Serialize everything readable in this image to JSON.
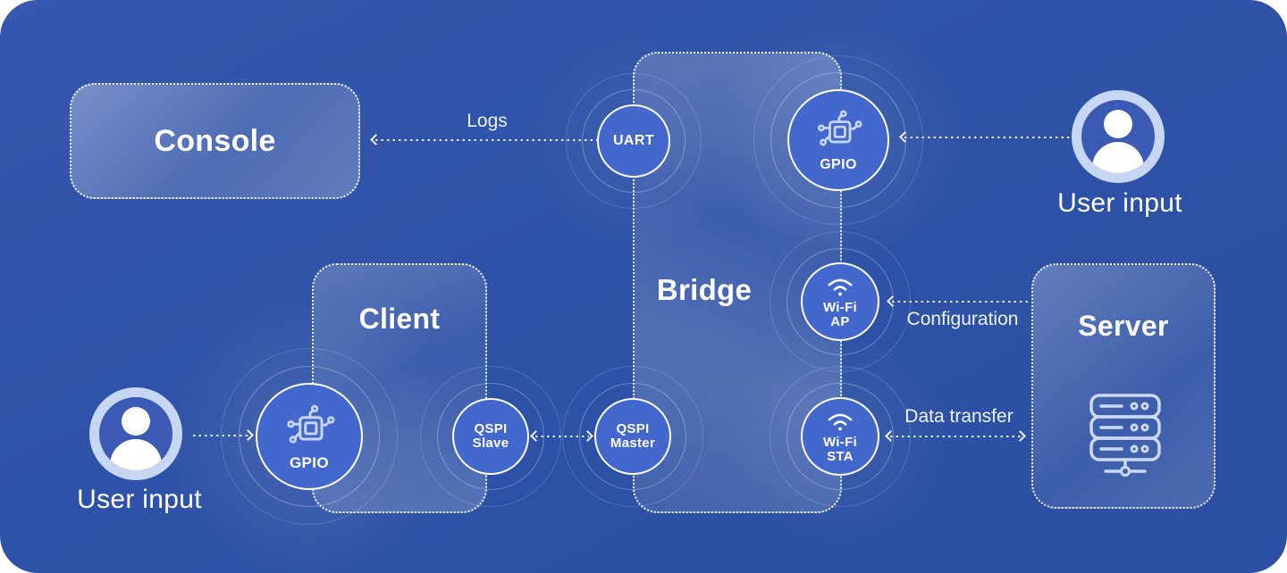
{
  "colors": {
    "background": "#2e52a7",
    "node_fill": "#4368cd",
    "node_border": "#ffffff",
    "box_border": "#ffffff",
    "avatar_ring": "#c6d6f3",
    "icon_tint": "#c9d6f2",
    "connector": "#eef2fb"
  },
  "boxes": {
    "console": {
      "title": "Console"
    },
    "client": {
      "title": "Client"
    },
    "bridge": {
      "title": "Bridge"
    },
    "server": {
      "title": "Server"
    }
  },
  "nodes": {
    "uart": {
      "label": "UART"
    },
    "bridge_gpio": {
      "label": "GPIO"
    },
    "wifi_ap": {
      "line1": "Wi-Fi",
      "line2": "AP"
    },
    "wifi_sta": {
      "line1": "Wi-Fi",
      "line2": "STA"
    },
    "qspi_master": {
      "line1": "QSPI",
      "line2": "Master"
    },
    "qspi_slave": {
      "line1": "QSPI",
      "line2": "Slave"
    },
    "client_gpio": {
      "label": "GPIO"
    }
  },
  "connections": {
    "logs": {
      "label": "Logs"
    },
    "configuration": {
      "label": "Configuration"
    },
    "data_transfer": {
      "label": "Data transfer"
    }
  },
  "users": {
    "top_right": {
      "label": "User input"
    },
    "bottom_left": {
      "label": "User input"
    }
  }
}
